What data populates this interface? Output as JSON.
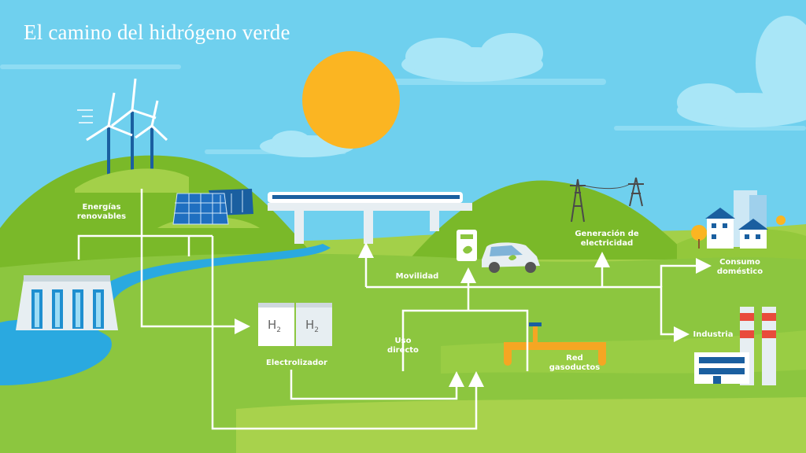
{
  "title": "El camino del hidrógeno verde",
  "colors": {
    "sky": "#6fd0ee",
    "grass": "#8cc63f",
    "hill": "#7ab929",
    "water": "#2aa9e0",
    "sun": "#fbb522",
    "arrows": "#ffffff"
  },
  "labels": {
    "renovables": "Energías\nrenovables",
    "electrolizador": "Electrolizador",
    "uso_directo": "Uso\ndirecto",
    "movilidad": "Movilidad",
    "generacion": "Generación de\nelectricidad",
    "consumo": "Consumo\ndoméstico",
    "industria": "Industria",
    "red": "Red\ngasoductos",
    "h2": "H",
    "h2_sub": "2"
  },
  "icons": [
    "wind-turbine-icon",
    "solar-panel-icon",
    "dam-icon",
    "train-icon",
    "power-tower-icon",
    "charging-station-icon",
    "car-icon",
    "houses-icon",
    "factory-icon",
    "pipeline-icon",
    "electrolyzer-icon",
    "sun-icon"
  ]
}
